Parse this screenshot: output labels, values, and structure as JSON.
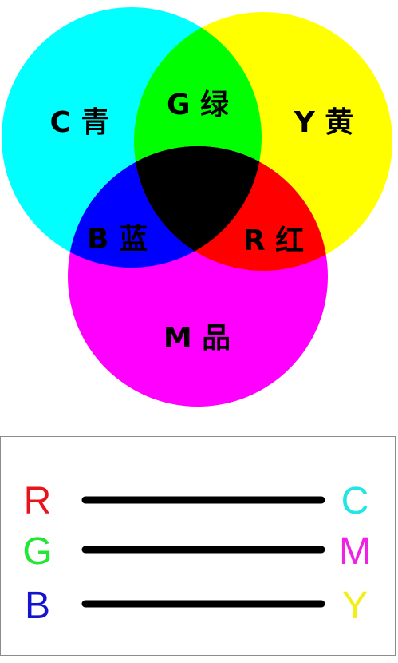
{
  "venn": {
    "circles": [
      {
        "name": "cyan",
        "color": "#00ffff"
      },
      {
        "name": "yellow",
        "color": "#ffff00"
      },
      {
        "name": "magenta",
        "color": "#ff00ff"
      }
    ],
    "overlaps": {
      "green": "#00ff00",
      "blue": "#0000ff",
      "red": "#ff0000",
      "black": "#000000"
    },
    "labels": {
      "cyan": "C 青",
      "green": "G 绿",
      "yellow": "Y 黄",
      "blue": "B 蓝",
      "red": "R 红",
      "magenta": "M 品"
    }
  },
  "pairing": {
    "rows": [
      {
        "left": "R",
        "left_color": "#e8141c",
        "right": "C",
        "right_color": "#22e6e6"
      },
      {
        "left": "G",
        "left_color": "#22e634",
        "right": "M",
        "right_color": "#f020e6"
      },
      {
        "left": "B",
        "left_color": "#1414d0",
        "right": "Y",
        "right_color": "#f0f014"
      }
    ]
  }
}
